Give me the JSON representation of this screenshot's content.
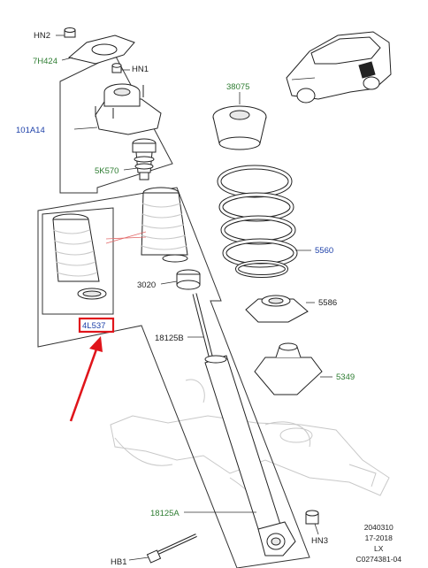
{
  "labels": {
    "hn2": "HN2",
    "l7h424": "7H424",
    "hn1": "HN1",
    "l101a14": "101A14",
    "l5k570": "5K570",
    "l4l537": "4L537",
    "l3020": "3020",
    "l18125b": "18125B",
    "l38075": "38075",
    "l5560": "5560",
    "l5586": "5586",
    "l5349": "5349",
    "l18125a": "18125A",
    "hn3": "HN3",
    "hb1": "HB1"
  },
  "footer": {
    "line1": "2040310",
    "line2": "17-2018",
    "line3": "LX",
    "line4": "C0274381-04"
  },
  "colors": {
    "label_green": "#2e7d32",
    "label_blue": "#1c3fa8",
    "highlight_red": "#e0151b"
  }
}
